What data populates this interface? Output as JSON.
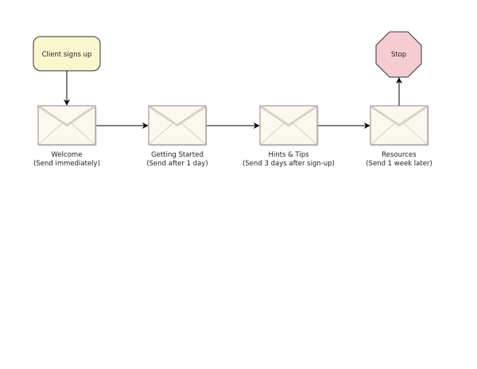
{
  "diagram": {
    "start": {
      "label": "Client signs up",
      "fill": "#f8f7ce",
      "stroke": "#333333"
    },
    "stop": {
      "label": "Stop",
      "fill": "#f5ccd3",
      "stroke": "#333333"
    },
    "envelope": {
      "fill": "#fbf9ee",
      "stroke": "#888888",
      "flap": "#d6d2c6",
      "shadow": "#bbbbbb"
    },
    "steps": [
      {
        "title": "Welcome",
        "subtitle": "(Send immediately)"
      },
      {
        "title": "Getting Started",
        "subtitle": "(Send after 1 day)"
      },
      {
        "title": "Hints & Tips",
        "subtitle": "(Send 3 days after sign-up)"
      },
      {
        "title": "Resources",
        "subtitle": "(Send 1 week later)"
      }
    ],
    "connector_color": "#000000"
  }
}
